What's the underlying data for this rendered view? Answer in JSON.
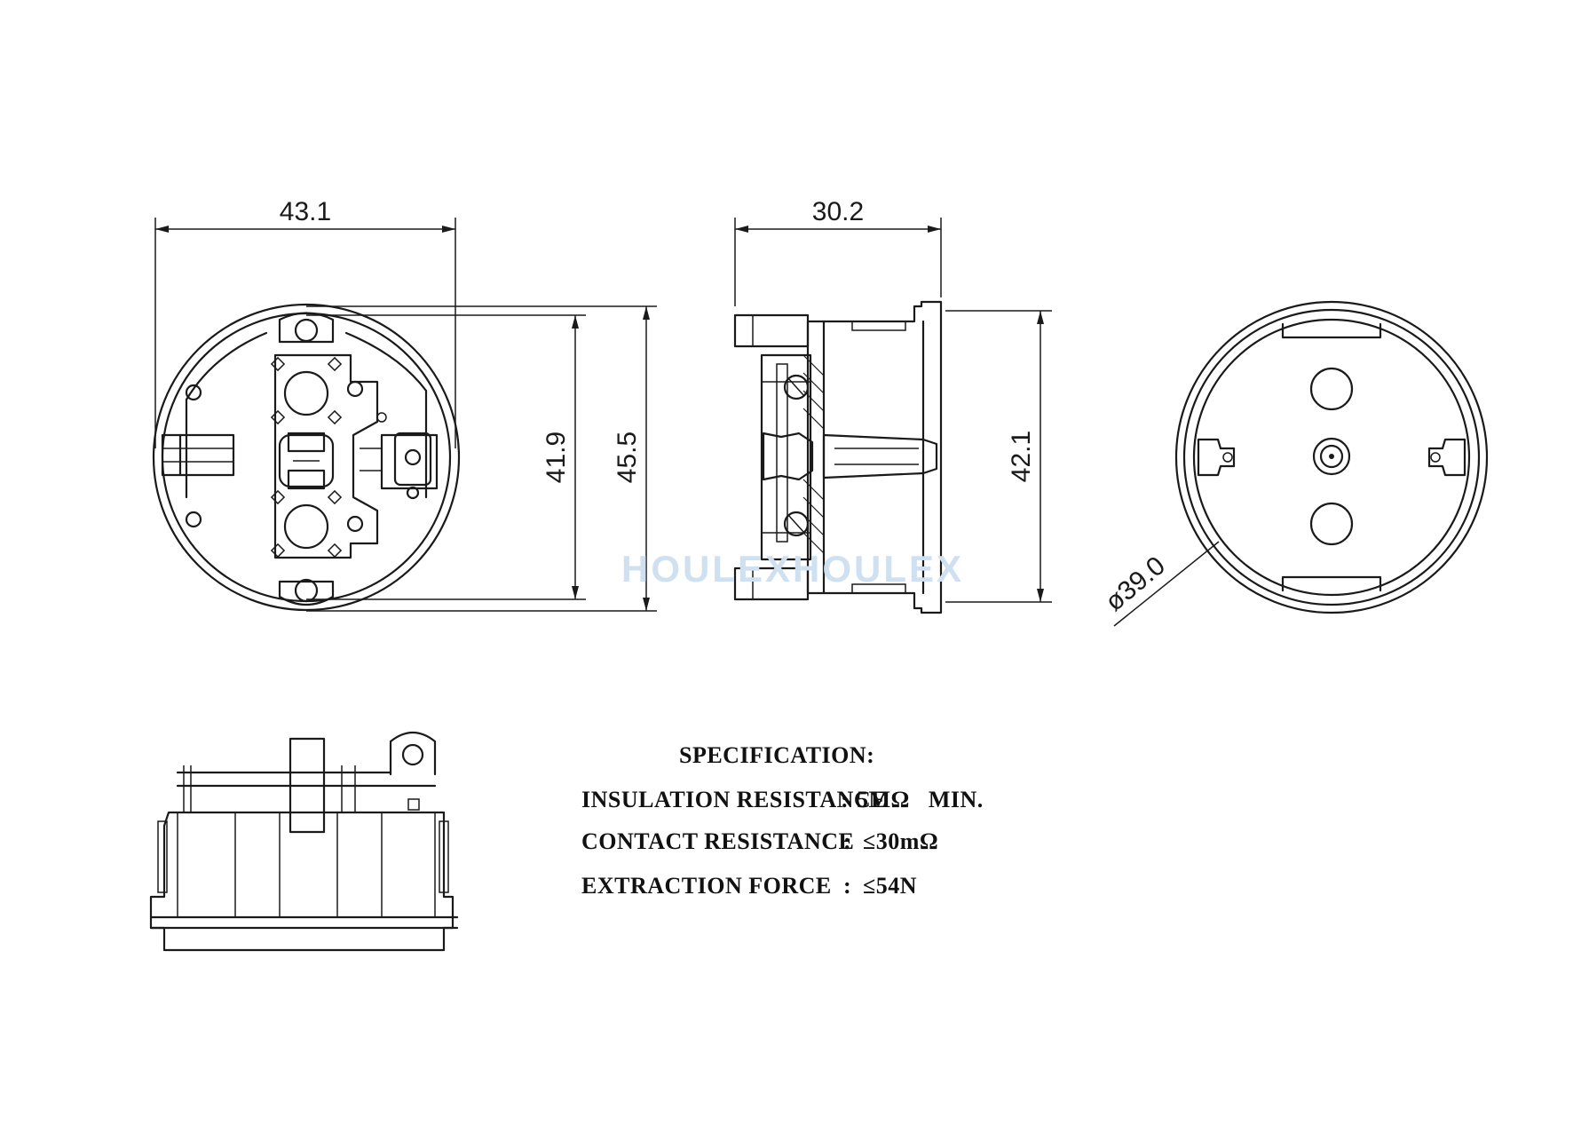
{
  "dimensions": {
    "front_width": "43.1",
    "front_inner_height": "41.9",
    "front_outer_height": "45.5",
    "side_depth": "30.2",
    "side_height": "42.1",
    "face_diameter": "ø39.0"
  },
  "watermark": "HOULEXHOULEX",
  "specification": {
    "title": "SPECIFICATION:",
    "rows": [
      {
        "label": "INSULATION RESISTANCE",
        "separator": ":",
        "value": "5MΩ   MIN."
      },
      {
        "label": "CONTACT RESISTANCE",
        "separator": ":",
        "value": "≤30mΩ"
      },
      {
        "label": "EXTRACTION FORCE",
        "separator": ":",
        "value": "≤54N"
      }
    ]
  }
}
